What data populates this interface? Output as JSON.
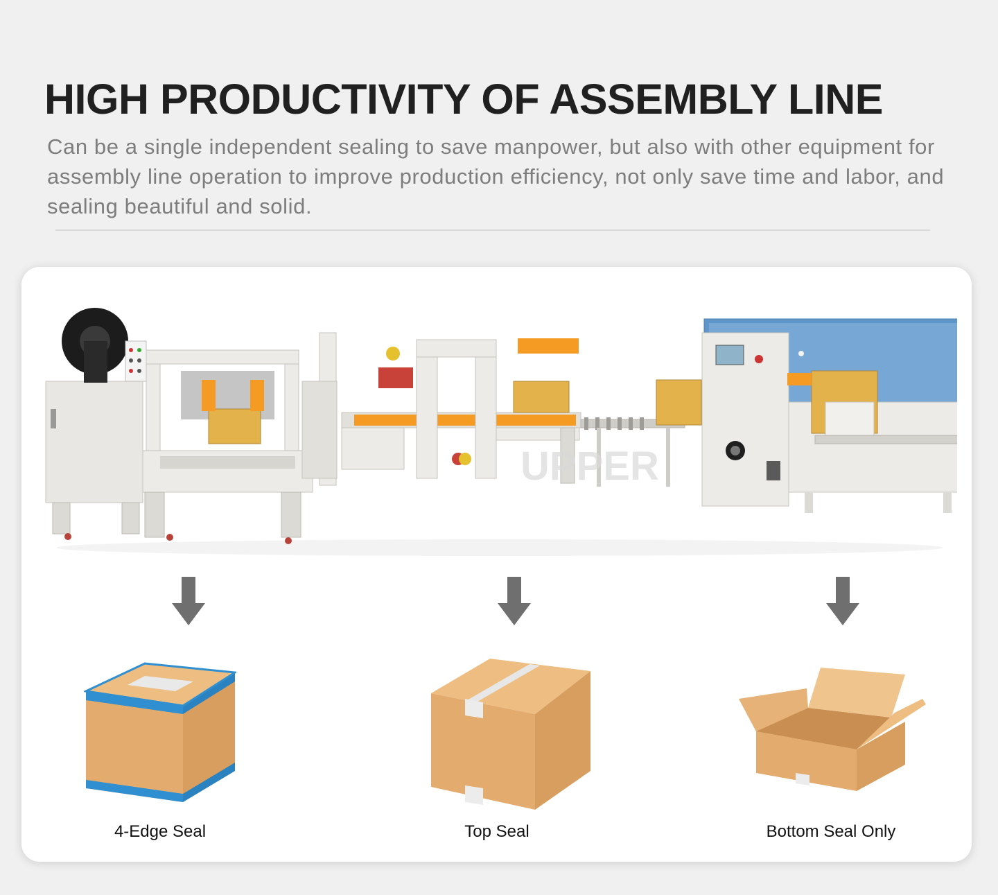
{
  "header": {
    "title": "HIGH PRODUCTIVITY OF ASSEMBLY LINE",
    "description": "Can be a single independent sealing to save manpower, but also with other equipment for assembly line operation to improve production efficiency, not only save time and labor, and sealing beautiful and solid."
  },
  "assembly_line": {
    "watermark": "UPPER"
  },
  "seal_types": [
    {
      "label": "4-Edge Seal"
    },
    {
      "label": "Top Seal"
    },
    {
      "label": "Bottom Seal Only"
    }
  ],
  "colors": {
    "background": "#f0f0f0",
    "card": "#ffffff",
    "title": "#202020",
    "description": "#7d7d7d",
    "arrow": "#6f6f6f",
    "cardboard": "#e3ac6e",
    "tape_edge": "#2f8fd0",
    "machine_accent": "#f59a23"
  }
}
